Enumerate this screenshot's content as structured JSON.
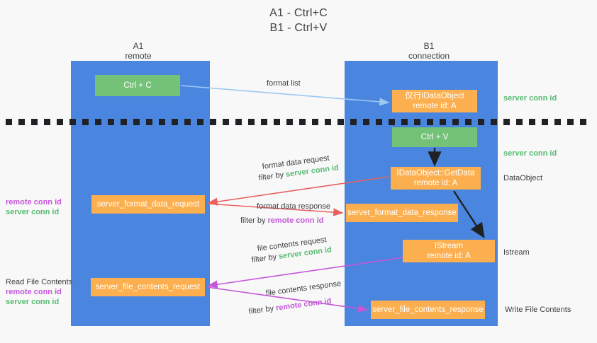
{
  "title": {
    "line1": "A1 - Ctrl+C",
    "line2": "B1 - Ctrl+V"
  },
  "columns": {
    "left": {
      "name": "A1",
      "role": "remote"
    },
    "right": {
      "name": "B1",
      "role": "connection"
    }
  },
  "colors": {
    "lane": "#4a86e0",
    "green_node": "#74c178",
    "orange_node": "#fcaf4f",
    "server_conn_id": "#57bb72",
    "remote_conn_id": "#c457d8",
    "arrow_light_blue": "#9cc8f0",
    "arrow_red": "#e8615f",
    "arrow_purple": "#c457d8",
    "arrow_black": "#202124",
    "background": "#f8f8f8"
  },
  "nodes": {
    "ctrl_c": {
      "line1": "Ctrl + C",
      "line2": ""
    },
    "idataobject": {
      "line1": "仅行IDataObject",
      "line2": "remote id: A"
    },
    "ctrl_v": {
      "line1": "Ctrl + V",
      "line2": ""
    },
    "getdata": {
      "line1": "IDataObject::GetData",
      "line2": "remote id: A"
    },
    "istream": {
      "line1": "IStream",
      "line2": "remote id: A"
    },
    "format_data_request": {
      "line1": "server_format_data_request",
      "line2": ""
    },
    "format_data_response": {
      "line1": "server_format_data_response",
      "line2": ""
    },
    "file_contents_request": {
      "line1": "server_file_contents_request",
      "line2": ""
    },
    "file_contents_response": {
      "line1": "server_file_contents_response",
      "line2": ""
    }
  },
  "edge_labels": {
    "format_list": "format list",
    "format_data_request": "format data request",
    "format_data_request_filter_prefix": "filter by ",
    "format_data_request_filter_id": "server conn id",
    "format_data_response": "format data response",
    "format_data_response_filter_prefix": "filter by ",
    "format_data_response_filter_id": "remote conn id",
    "file_contents_request": "file contents request",
    "file_contents_request_filter_prefix": "filter by ",
    "file_contents_request_filter_id": "server conn id",
    "file_contents_response": "file contents response",
    "file_contents_response_filter_prefix": "filter by ",
    "file_contents_response_filter_id": "remote conn id"
  },
  "annotations": {
    "left_format": {
      "remote": "remote conn id",
      "server": "server conn id"
    },
    "left_file": {
      "heading": "Read File Contents",
      "remote": "remote conn id",
      "server": "server conn id"
    },
    "right_1": "server conn id",
    "right_2": "server conn id",
    "right_3": "DataObject",
    "right_4": "Istream",
    "right_5": "Write File Contents"
  }
}
